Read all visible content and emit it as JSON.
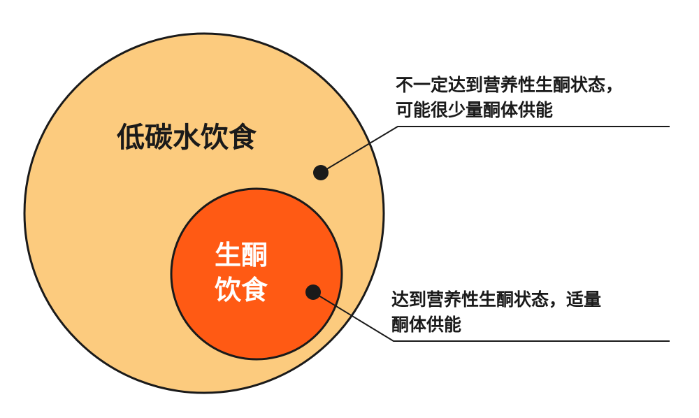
{
  "diagram": {
    "outer": {
      "label": "低碳水饮食",
      "fill": "#FCCB7E"
    },
    "inner": {
      "label_line1": "生酮",
      "label_line2": "饮食",
      "fill": "#FF5A14"
    },
    "stroke_color": "#1a1a1a",
    "callouts": {
      "outer": {
        "line1": "不一定达到营养性生酮状态，",
        "line2": "可能很少量酮体供能"
      },
      "inner": {
        "line1": "达到营养性生酮状态，适量",
        "line2": "酮体供能"
      }
    }
  }
}
